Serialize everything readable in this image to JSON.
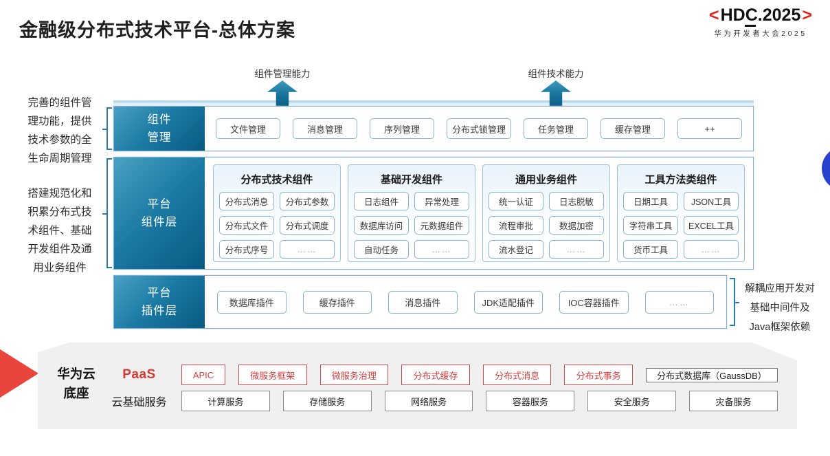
{
  "title": "金融级分布式技术平台-总体方案",
  "logo": {
    "left_bracket": "<",
    "text": "HDC.2025",
    "right_bracket": ">",
    "subtitle": "华为开发者大会2025"
  },
  "annotations": {
    "left_top": "完善的组件管\n理功能，提供\n技术参数的全\n生命周期管理",
    "left_bottom": "搭建规范化和\n积累分布式技\n术组件、基础\n开发组件及通\n用业务组件",
    "right": "解耦应用开发对\n基础中间件及\nJava框架依赖"
  },
  "arrows": {
    "management": "组件管理能力",
    "technology": "组件技术能力"
  },
  "rows": {
    "component_mgmt": {
      "label": "组件\n管理",
      "items": [
        "文件管理",
        "消息管理",
        "序列管理",
        "分布式锁管理",
        "任务管理",
        "缓存管理",
        "++"
      ]
    },
    "platform_components": {
      "label": "平台\n组件层",
      "columns": [
        {
          "title": "分布式技术组件",
          "items": [
            "分布式消息",
            "分布式参数",
            "分布式文件",
            "分布式调度",
            "分布式序号",
            "……"
          ]
        },
        {
          "title": "基础开发组件",
          "items": [
            "日志组件",
            "异常处理",
            "数据库访问",
            "元数据组件",
            "自动任务",
            "……"
          ]
        },
        {
          "title": "通用业务组件",
          "items": [
            "统一认证",
            "日志脱敏",
            "流程审批",
            "数据加密",
            "流水登记",
            "……"
          ]
        },
        {
          "title": "工具方法类组件",
          "items": [
            "日期工具",
            "JSON工具",
            "字符串工具",
            "EXCEL工具",
            "货币工具",
            "……"
          ]
        }
      ]
    },
    "platform_plugins": {
      "label": "平台\n插件层",
      "items": [
        "数据库插件",
        "缓存插件",
        "消息插件",
        "JDK适配插件",
        "IOC容器插件",
        "……"
      ]
    }
  },
  "foundation": {
    "label": "华为云\n底座",
    "paas": {
      "label": "PaaS",
      "items": [
        "APIC",
        "微服务框架",
        "微服务治理",
        "分布式缓存",
        "分布式消息",
        "分布式事务"
      ],
      "neutral_item": "分布式数据库（GaussDB）"
    },
    "iaas": {
      "label": "云基础服务",
      "items": [
        "计算服务",
        "存储服务",
        "网络服务",
        "容器服务",
        "安全服务",
        "灾备服务"
      ]
    }
  },
  "colors": {
    "teal_dark": "#085a81",
    "teal_mid": "#1b7aa4",
    "teal_light": "#4aa1c2",
    "box_border_blue": "#86b2d8",
    "brand_red": "#e0251c",
    "paas_red": "#d43f3f",
    "panel_grey": "#f0f0f0",
    "blue_dot": "#2743cd"
  }
}
